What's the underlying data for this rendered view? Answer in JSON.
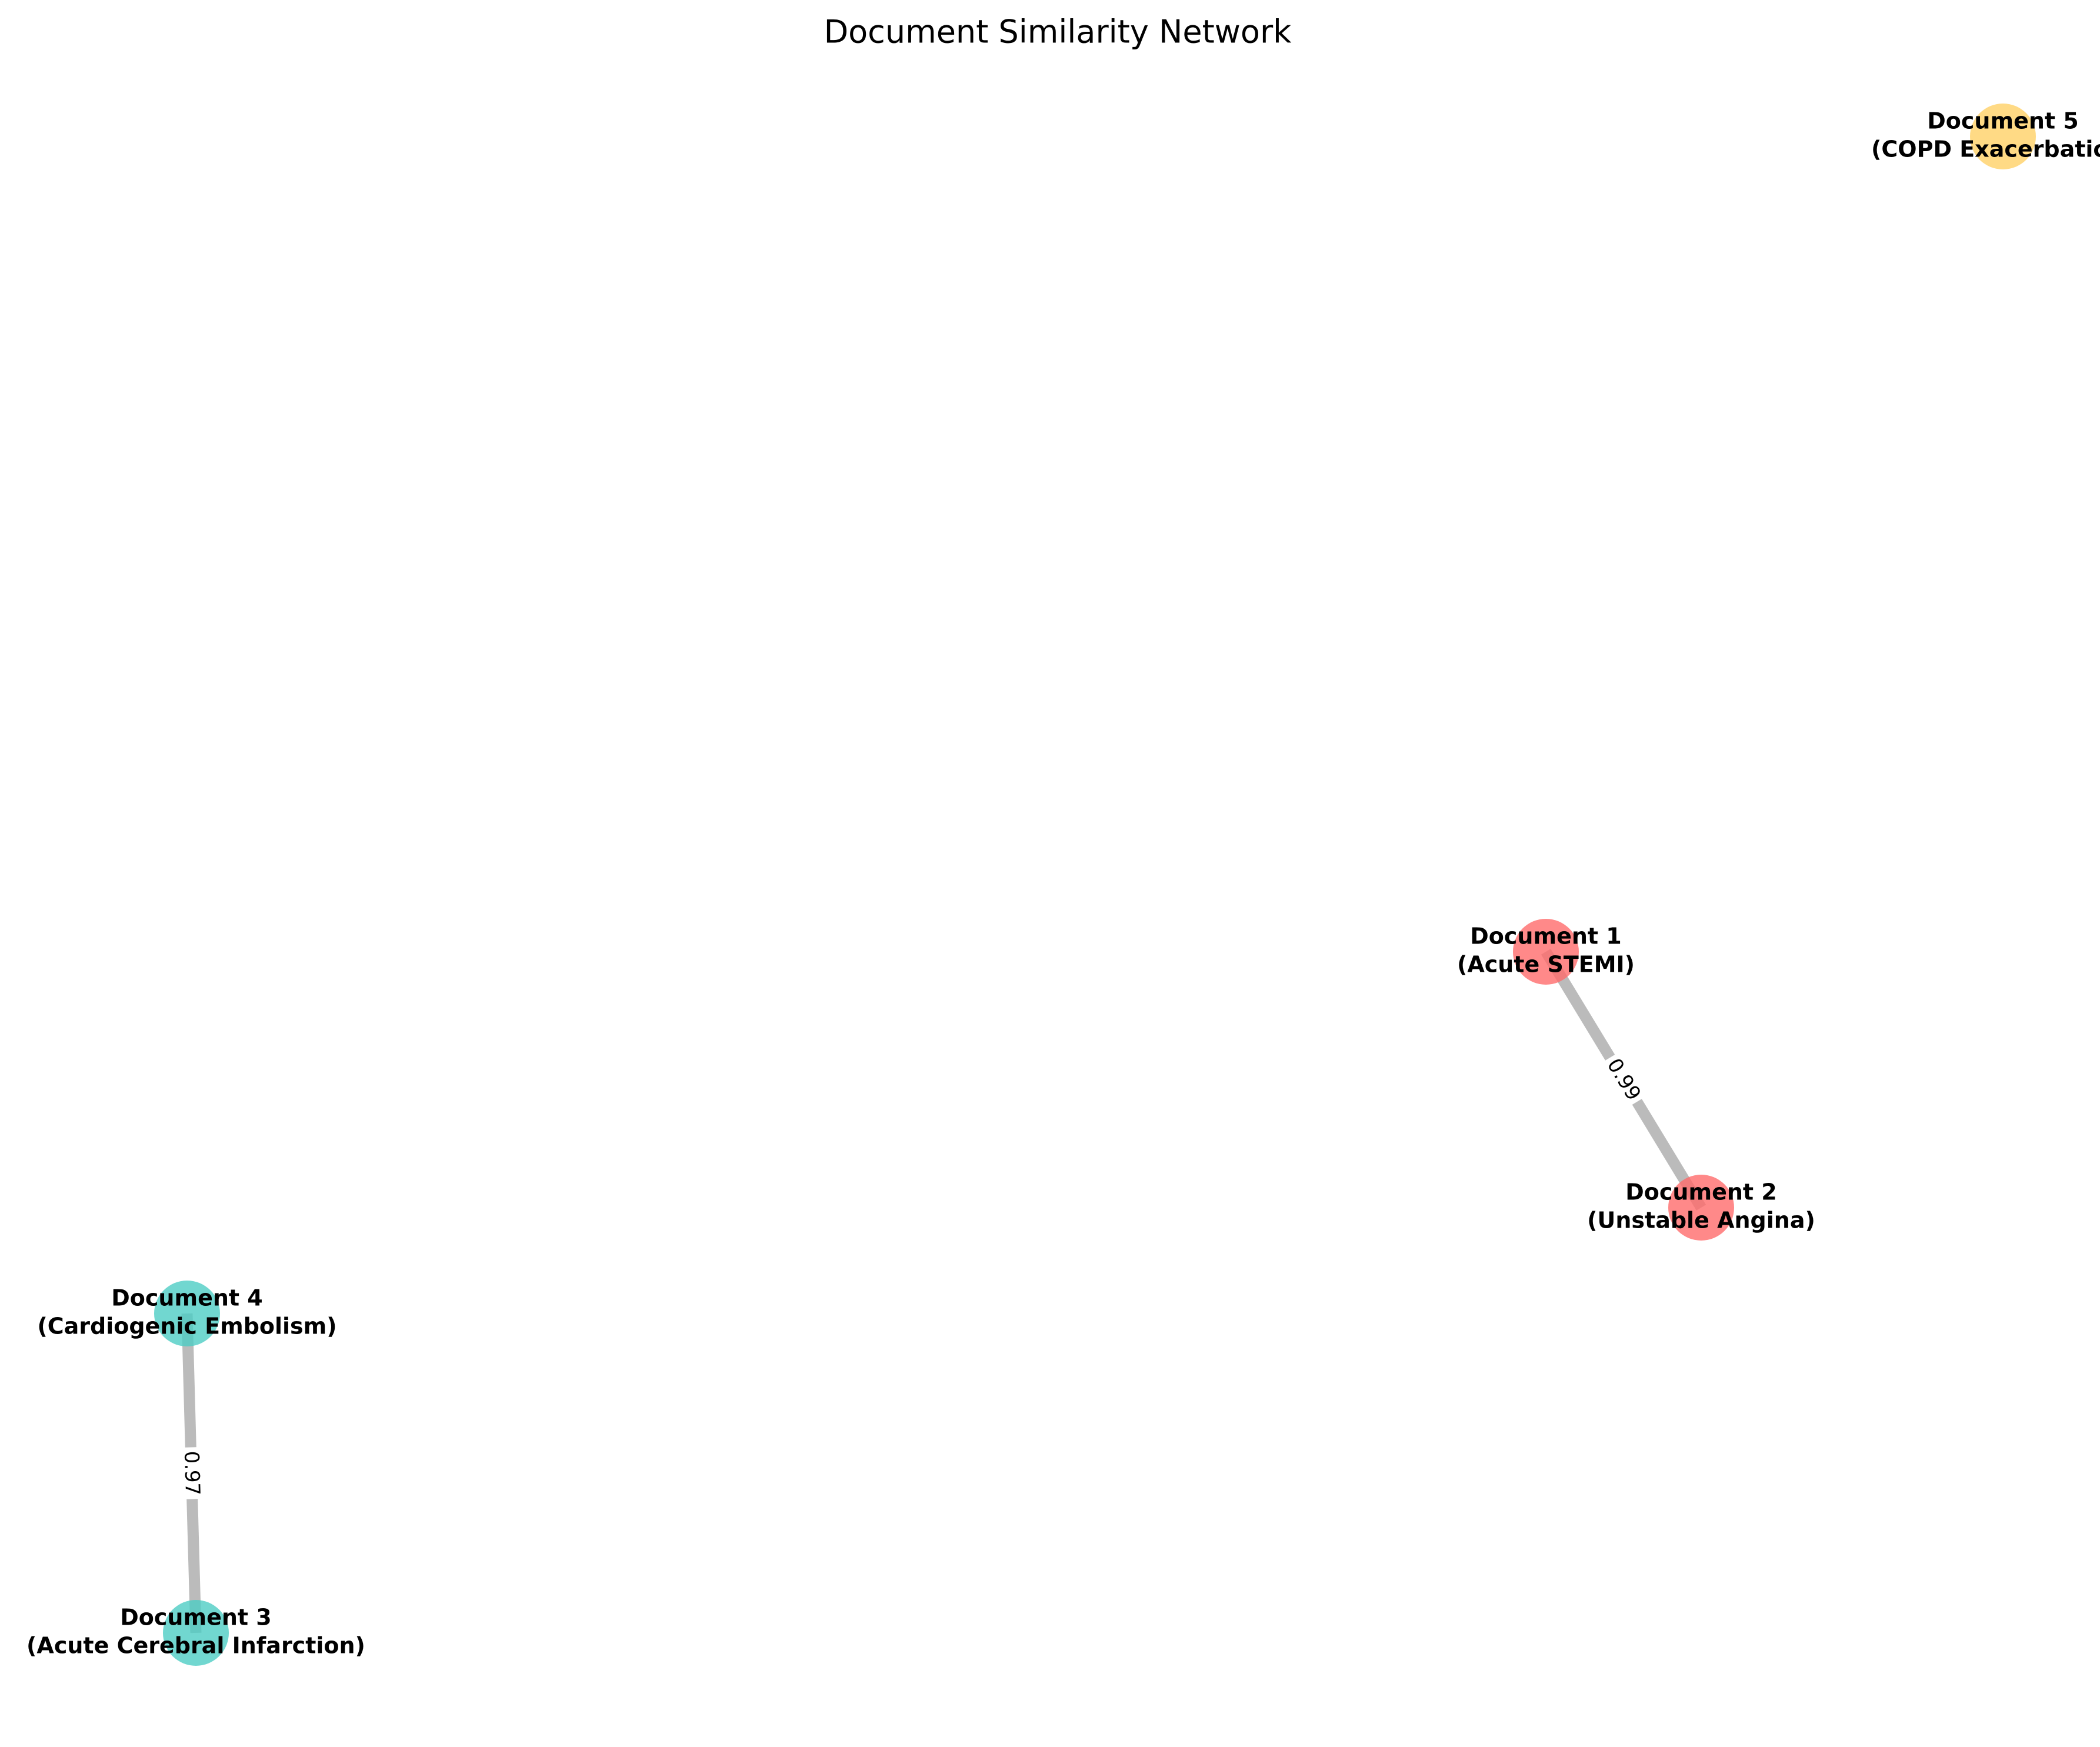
{
  "title": "Document Similarity Network",
  "nodes": [
    {
      "id": "doc1",
      "name": "Document 1",
      "topic": "(Acute STEMI)",
      "color": "#ff6b6b"
    },
    {
      "id": "doc2",
      "name": "Document 2",
      "topic": "(Unstable Angina)",
      "color": "#ff6b6b"
    },
    {
      "id": "doc3",
      "name": "Document 3",
      "topic": "(Acute Cerebral Infarction)",
      "color": "#4ecdc4"
    },
    {
      "id": "doc4",
      "name": "Document 4",
      "topic": "(Cardiogenic Embolism)",
      "color": "#4ecdc4"
    },
    {
      "id": "doc5",
      "name": "Document 5",
      "topic": "(COPD Exacerbation)",
      "color": "#ffd166"
    }
  ],
  "edges": [
    {
      "source": "doc1",
      "target": "doc2",
      "weight": "0.99"
    },
    {
      "source": "doc4",
      "target": "doc3",
      "weight": "0.97"
    }
  ],
  "colors": {
    "edge": "#bbbbbb",
    "text": "#000000"
  }
}
